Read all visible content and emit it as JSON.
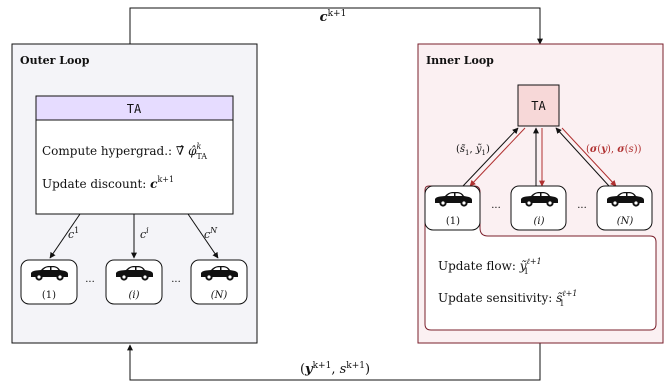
{
  "colors": {
    "outer_fill": "#f4f4f8",
    "inner_fill": "#fbf0f2",
    "inner_border": "#7a1f2b",
    "ta_header": "#e6dcff",
    "ta_inner_fill": "#f7d8d8",
    "red": "#b03030",
    "black": "#111111"
  },
  "top_label": "c^{k+1}",
  "bottom_label": "(y^{k+1}, s^{k+1})",
  "outer": {
    "title": "Outer Loop",
    "ta_title": "TA",
    "line1": "Compute hypergrad.: ∇̂ φ̂ᵏ_TA",
    "line2": "Update discount: c^{k+1}",
    "edge_labels": [
      "c^1",
      "c^i",
      "c^N"
    ],
    "cars": [
      "(1)",
      "(i)",
      "(N)"
    ],
    "dots": [
      "···",
      "···"
    ]
  },
  "inner": {
    "title": "Inner Loop",
    "ta_title": "TA",
    "left_label": "(s̃₁, ỹ₁)",
    "right_label": "(σ(y), σ(s))",
    "cars": [
      "(1)",
      "(i)",
      "(N)"
    ],
    "dots": [
      "···",
      "···"
    ],
    "update_flow": "Update flow: ỹ₁^{ℓ+1}",
    "update_sens": "Update sensitivity: s̃₁^{ℓ+1}"
  }
}
